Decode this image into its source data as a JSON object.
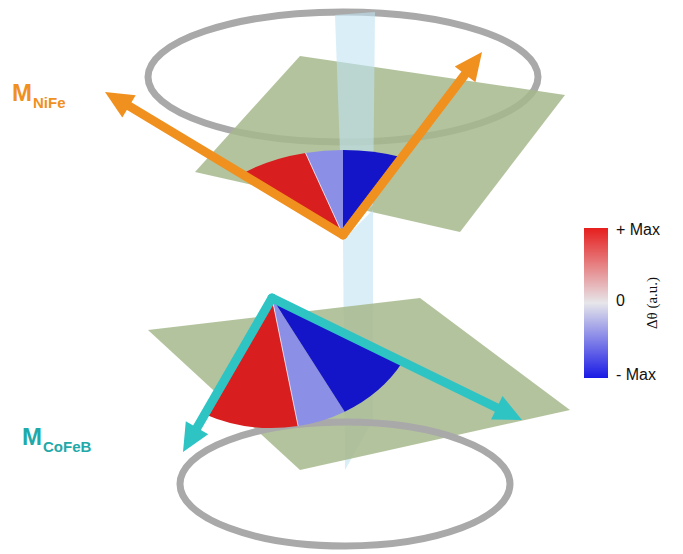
{
  "diagram": {
    "labels": [
      "M",
      "NiFe",
      "M",
      "CoFeB",
      "+ Max",
      "0",
      "- Max",
      "Δθ (a.u.)"
    ]
  }
}
